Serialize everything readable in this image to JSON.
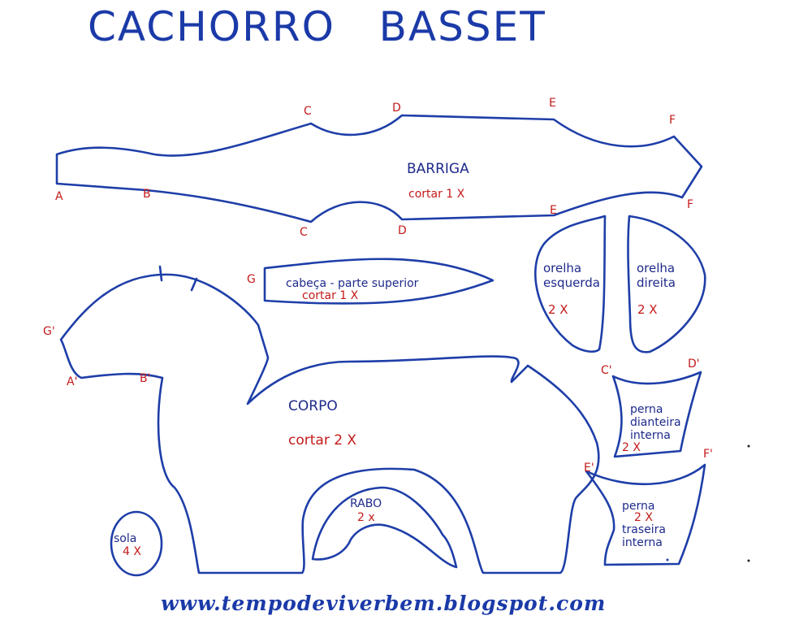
{
  "title": "CACHORRO   BASSET",
  "url": "www.tempodeviverbem.blogspot.com",
  "pieces": {
    "barriga": {
      "name": "BARRIGA",
      "cut": "cortar 1 X"
    },
    "cabeca": {
      "name": "cabeça - parte superior",
      "cut": "cortar  1  X"
    },
    "orelha_esquerda": {
      "line1": "orelha",
      "line2": "esquerda",
      "cut": "2 X"
    },
    "orelha_direita": {
      "line1": "orelha",
      "line2": "direita",
      "cut": "2 X"
    },
    "corpo": {
      "name": "CORPO",
      "cut": "cortar 2 X"
    },
    "perna_dianteira": {
      "line1": "perna",
      "line2": "dianteira",
      "line3": "interna",
      "cut": "2 X"
    },
    "perna_traseira": {
      "line1": "perna",
      "cut": "2 X",
      "line2": "traseira",
      "line3": "interna"
    },
    "rabo": {
      "name": "RABO",
      "cut": "2 x"
    },
    "sola": {
      "name": "sola",
      "cut": "4 X"
    }
  },
  "markers": {
    "a": "A",
    "b": "B",
    "c": "C",
    "d": "D",
    "e": "E",
    "f": "F",
    "g": "G",
    "g_prime": "G'",
    "a_prime": "A'",
    "b_prime": "B'",
    "c_prime": "C'",
    "d_prime": "D'",
    "e_prime": "E'",
    "f_prime": "F'"
  },
  "colors": {
    "outline": "#1e3ea8",
    "label": "#1e2a8a",
    "marker": "#c41a1a"
  }
}
